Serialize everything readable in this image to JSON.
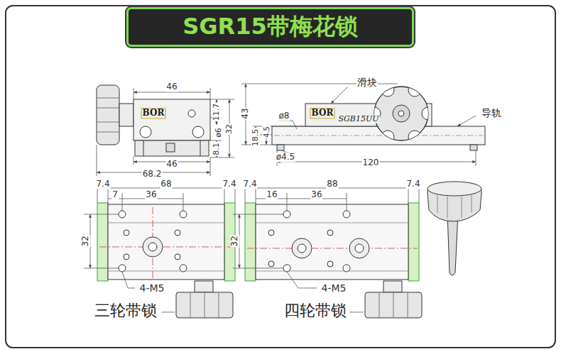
{
  "diagram": {
    "title": "SGR15带梅花锁",
    "labels": [
      "46",
      "11.7",
      "ø6",
      "32",
      "8.1",
      "46",
      "68.2",
      "BOR",
      "滑块",
      "43",
      "ø8",
      "4.5",
      "18.5",
      "BOR",
      "SGB15UU",
      "导轨",
      "ø4.5",
      "120",
      "7.4",
      "68",
      "7.4",
      "7",
      "36",
      "32",
      "4-M5",
      "三轮带锁",
      "7.4",
      "88",
      "7.4",
      "16",
      "36",
      "32",
      "4-M5",
      "四轮带锁"
    ]
  }
}
